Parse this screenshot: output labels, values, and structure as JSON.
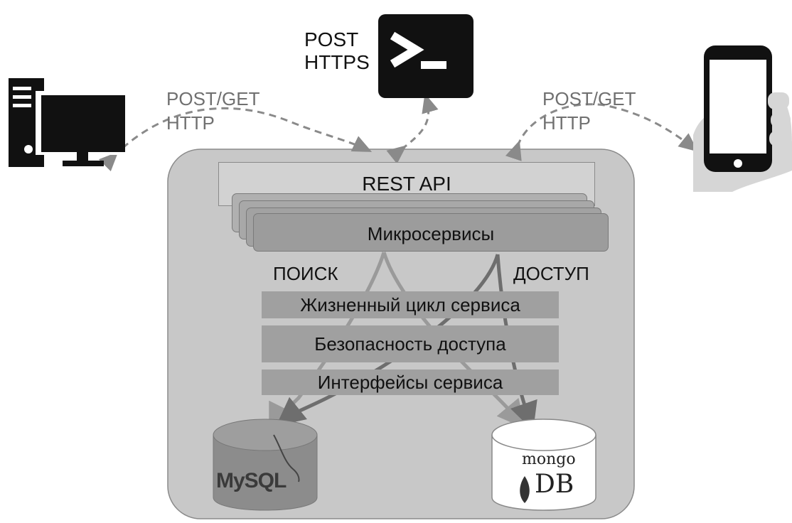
{
  "labels": {
    "post_https_line1": "POST",
    "post_https_line2": "HTTPS",
    "left_proto_line1": "POST/GET",
    "left_proto_line2": "HTTP",
    "right_proto_line1": "POST/GET",
    "right_proto_line2": "HTTP",
    "rest_api": "REST API",
    "microservices": "Микросервисы",
    "search": "ПОИСК",
    "access": "ДОСТУП"
  },
  "layers": [
    "Жизненный цикл сервиса",
    "Безопасность доступа",
    "Интерфейсы сервиса"
  ],
  "databases": {
    "mysql": {
      "logo_text": "MySQL"
    },
    "mongodb": {
      "logo_text_line1": "mongo",
      "logo_text_line2": "DB"
    }
  },
  "icons": [
    "desktop-computer-icon",
    "terminal-icon",
    "smartphone-in-hand-icon",
    "mysql-database-icon",
    "mongodb-database-icon"
  ],
  "colors": {
    "container": "#c8c8c8",
    "layer": "#a0a0a0",
    "mysql": "#8c8c8c",
    "mongodb": "#ffffff",
    "arrow_dashed": "#8a8a8a"
  }
}
